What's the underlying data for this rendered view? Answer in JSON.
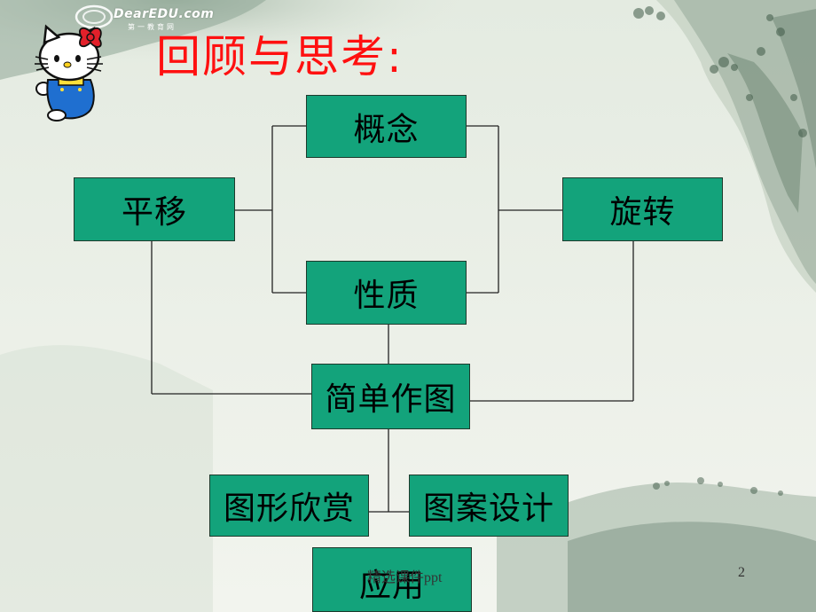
{
  "watermark": {
    "brand": "DearEDU.com",
    "subtitle": "第一教育网"
  },
  "slide": {
    "title": "回顾与思考:",
    "footer": "精选课件ppt",
    "page_number": "2"
  },
  "nodes": {
    "concept": "概念",
    "translation": "平移",
    "rotation": "旋转",
    "property": "性质",
    "simple_drawing": "简单作图",
    "figure_appreciation": "图形欣赏",
    "pattern_design": "图案设计",
    "application": "应用"
  },
  "colors": {
    "node_fill": "#13a37b",
    "title": "#ff1010",
    "lines": "#222222"
  },
  "icons": [
    "hello-kitty-icon",
    "dearedu-logo-icon"
  ]
}
